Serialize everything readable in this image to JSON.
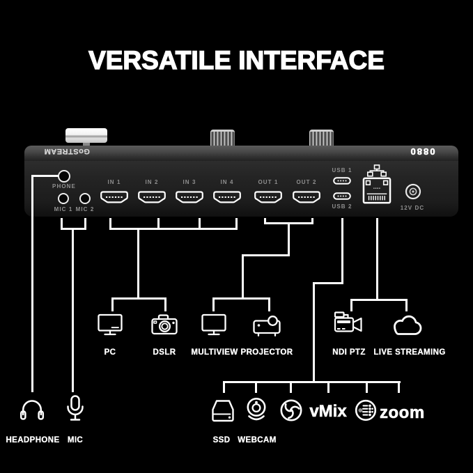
{
  "title": "VERSATILE INTERFACE",
  "device": {
    "brand": "GoSTREAM",
    "badge": "0880",
    "ports": {
      "phone": "PHONE",
      "mic1": "MIC 1",
      "mic2": "MIC 2",
      "in1": "IN 1",
      "in2": "IN 2",
      "in3": "IN 3",
      "in4": "IN 4",
      "out1": "OUT 1",
      "out2": "OUT 2",
      "usb1": "USB 1",
      "usb2": "USB 2",
      "dc": "12V DC"
    }
  },
  "endpoints": {
    "pc": "PC",
    "dslr": "DSLR",
    "multiview": "MULTIVIEW",
    "projector": "PROJECTOR",
    "ndi_ptz": "NDI PTZ",
    "live_streaming": "LIVE STREAMING",
    "headphone": "HEADPHONE",
    "mic": "MIC",
    "ssd": "SSD",
    "webcam": "WEBCAM",
    "vmix": "vMix",
    "zoom": "zoom"
  },
  "colors": {
    "background": "#000000",
    "line": "#ffffff",
    "label": "#ffffff",
    "port_label": "#8f8f8f",
    "restream_dot": "#8a8a8a"
  }
}
